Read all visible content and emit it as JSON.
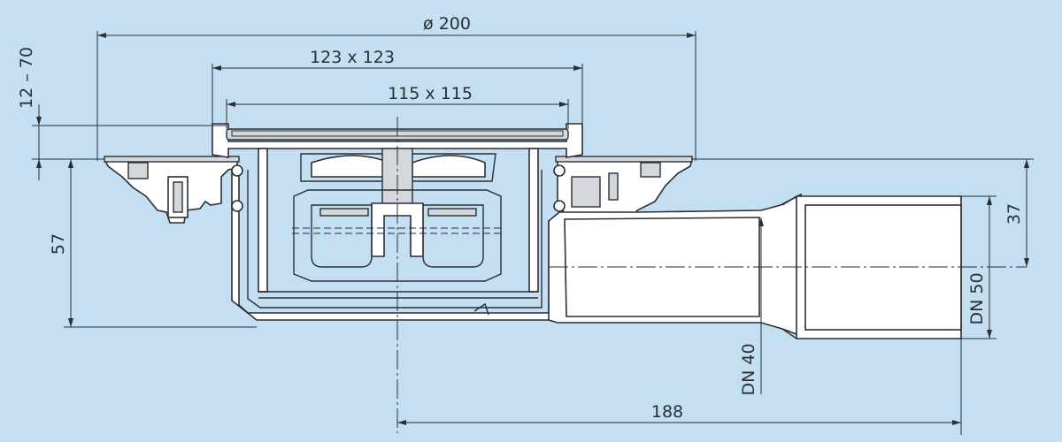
{
  "dimensions": {
    "outer_diameter": "ø 200",
    "frame_size": "123 x 123",
    "grate_size": "115 x 115",
    "height_adjust": "12 – 70",
    "depth": "57",
    "outlet_offset": "37",
    "outlet_dn_inner": "DN 40",
    "outlet_dn_outer": "DN 50",
    "outlet_length": "188"
  },
  "colors": {
    "background": "#c4dff1",
    "line": "#2a2f35",
    "body": "#ffffff",
    "grating": "#d4d7db"
  }
}
